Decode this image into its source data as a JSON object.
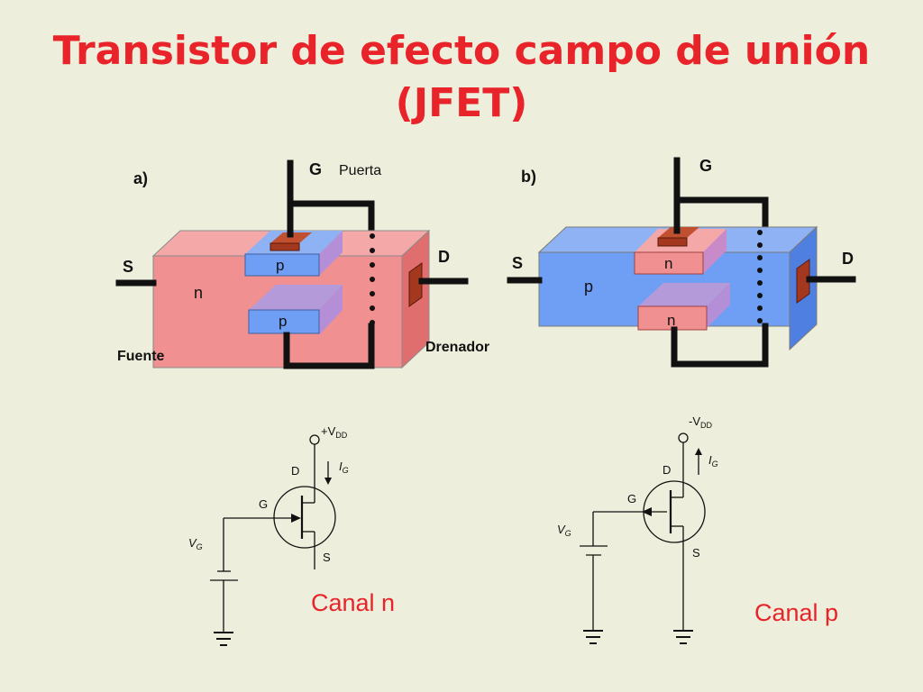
{
  "title": {
    "line1": "Transistor de efecto campo de unión",
    "line2": "(JFET)"
  },
  "diagram_a": {
    "tag": "a)",
    "gate": "G",
    "gate_name": "Puerta",
    "source": "S",
    "drain": "D",
    "channel": "n",
    "gate_region_top": "p",
    "gate_region_bottom": "p",
    "source_name": "Fuente",
    "drain_name": "Drenador",
    "colors": {
      "channel": "#f09090",
      "gate_regions": "#6f9ff5",
      "gate_contact": "#a3381f"
    }
  },
  "diagram_b": {
    "tag": "b)",
    "gate": "G",
    "source": "S",
    "drain": "D",
    "channel": "p",
    "gate_region_top": "n",
    "gate_region_bottom": "n",
    "colors": {
      "channel": "#6f9ff5",
      "gate_regions": "#f09090",
      "gate_contact": "#a3381f"
    }
  },
  "symbol_n": {
    "supply": "+V",
    "supply_sub": "DD",
    "current": "I",
    "current_sub": "G",
    "drain": "D",
    "gate": "G",
    "source": "S",
    "gate_voltage": "V",
    "gate_voltage_sub": "G",
    "caption": "Canal n"
  },
  "symbol_p": {
    "supply": "-V",
    "supply_sub": "DD",
    "current": "I",
    "current_sub": "G",
    "drain": "D",
    "gate": "G",
    "source": "S",
    "gate_voltage": "V",
    "gate_voltage_sub": "G",
    "caption": "Canal p"
  },
  "colors": {
    "title": "#e8242a",
    "caption": "#e8242a",
    "background": "#eeeedc"
  }
}
